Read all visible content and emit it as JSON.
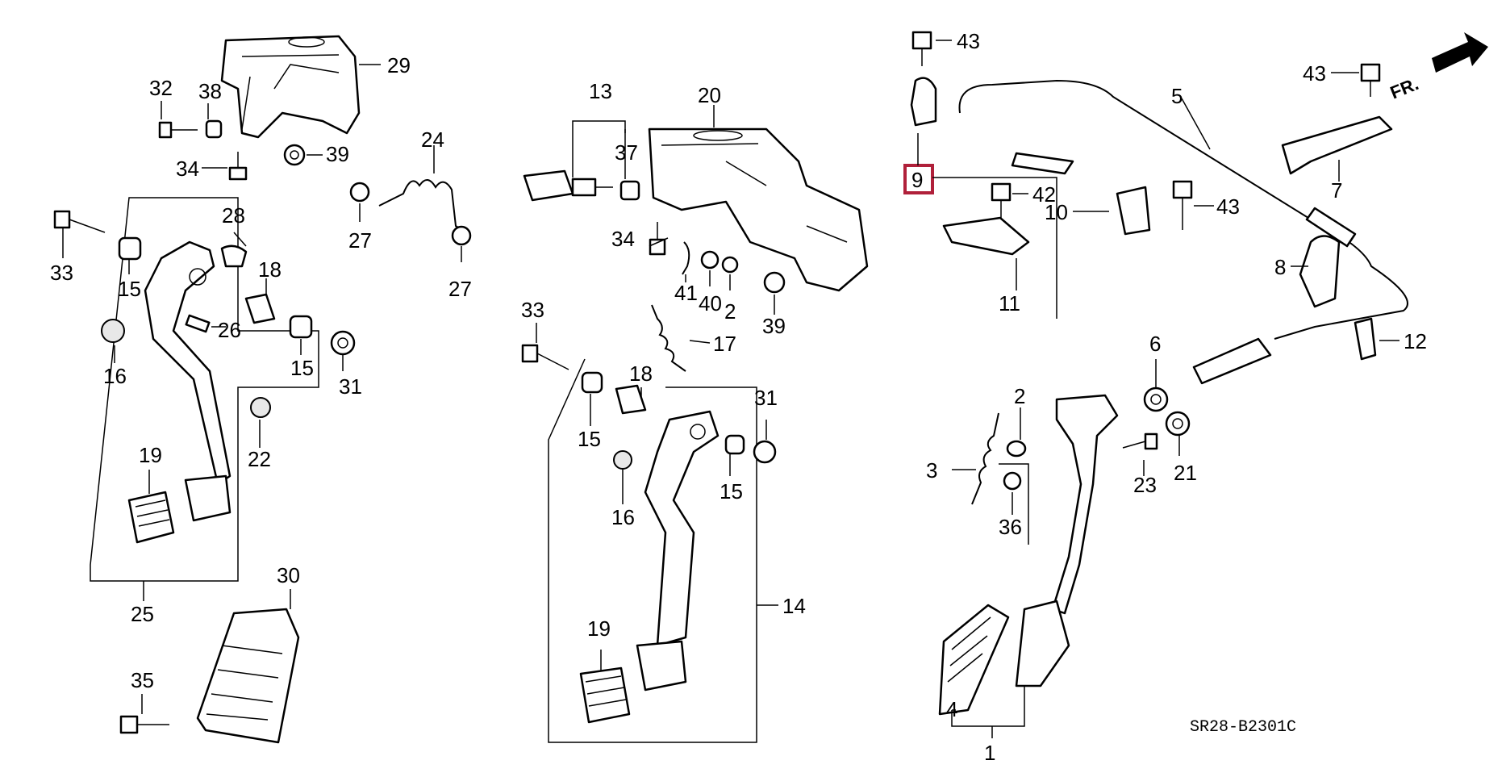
{
  "diagram_code": "SR28-B2301C",
  "direction_label": "FR.",
  "highlighted_callout": "9",
  "callouts": {
    "c1": "1",
    "c2a": "2",
    "c2b": "2",
    "c3": "3",
    "c4": "4",
    "c5": "5",
    "c6": "6",
    "c7": "7",
    "c8": "8",
    "c9": "9",
    "c10": "10",
    "c11": "11",
    "c12": "12",
    "c13": "13",
    "c14": "14",
    "c15a": "15",
    "c15b": "15",
    "c15c": "15",
    "c15d": "15",
    "c16a": "16",
    "c16b": "16",
    "c17": "17",
    "c18a": "18",
    "c18b": "18",
    "c19a": "19",
    "c19b": "19",
    "c20": "20",
    "c21": "21",
    "c22": "22",
    "c23": "23",
    "c24": "24",
    "c25": "25",
    "c26": "26",
    "c27a": "27",
    "c27b": "27",
    "c28": "28",
    "c29": "29",
    "c30": "30",
    "c31a": "31",
    "c31b": "31",
    "c32": "32",
    "c33a": "33",
    "c33b": "33",
    "c34a": "34",
    "c34b": "34",
    "c35": "35",
    "c36": "36",
    "c37": "37",
    "c38": "38",
    "c39a": "39",
    "c39b": "39",
    "c40": "40",
    "c41": "41",
    "c42": "42",
    "c43a": "43",
    "c43b": "43",
    "c43c": "43"
  },
  "colors": {
    "highlight": "#b0203a",
    "ink": "#000000",
    "background": "#ffffff"
  }
}
